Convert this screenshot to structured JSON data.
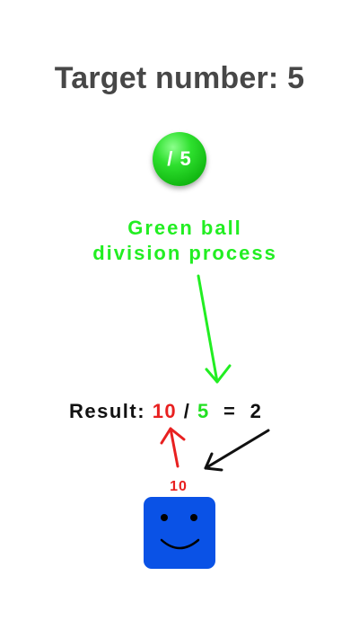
{
  "game": {
    "target_label": "Target number: 5"
  },
  "ball": {
    "label": "/ 5",
    "color": "#22dd22"
  },
  "process_label": {
    "line1": "Green ball",
    "line2": "division process"
  },
  "equation": {
    "prefix": "Result: ",
    "dividend": "10",
    "operator": " / ",
    "divisor": "5",
    "equals": "  =  ",
    "result": "2"
  },
  "player": {
    "value": "10",
    "color": "#0a52e6"
  },
  "colors": {
    "green": "#22ee22",
    "red": "#e82020",
    "dark": "#111111",
    "title": "#474747"
  }
}
